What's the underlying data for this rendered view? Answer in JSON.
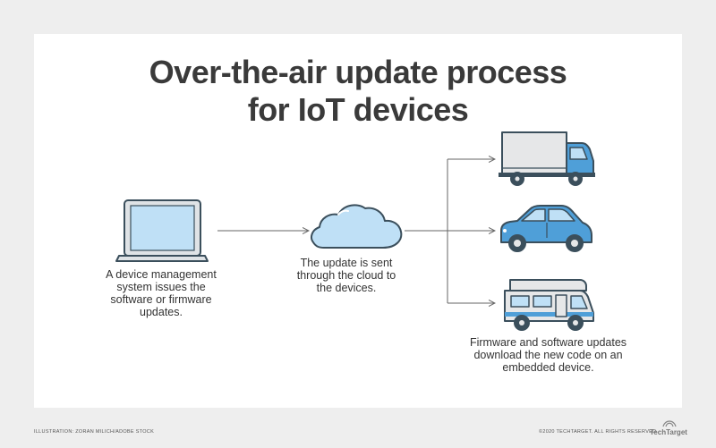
{
  "title": {
    "line1": "Over-the-air update process",
    "line2": "for IoT devices"
  },
  "nodes": {
    "source": {
      "icon": "laptop-icon",
      "caption": "A device management system issues the software or firmware updates."
    },
    "cloud": {
      "icon": "cloud-icon",
      "caption": "The update is sent through the cloud to the devices."
    },
    "devices": {
      "icons": [
        "truck-icon",
        "car-icon",
        "camper-van-icon"
      ],
      "caption": "Firmware and software updates download the new code on an embedded device."
    }
  },
  "colors": {
    "background": "#eeeeee",
    "card": "#ffffff",
    "title": "#3a3a3a",
    "outline": "#3b4f5c",
    "accent_blue": "#4f9fd8",
    "light_blue": "#bfe0f6",
    "vehicle_gray": "#e6e7e8",
    "arrow": "#666666"
  },
  "footer": {
    "credit": "ILLUSTRATION: ZORAN MILICH/ADOBE STOCK",
    "copyright": "©2020 TECHTARGET. ALL RIGHTS RESERVED",
    "brand": "TechTarget"
  }
}
